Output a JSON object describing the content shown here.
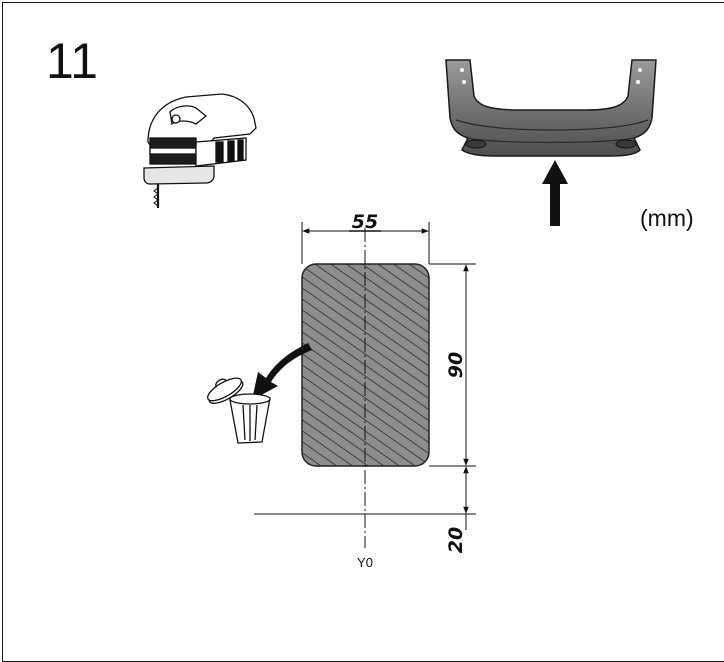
{
  "step": {
    "number": "11"
  },
  "units": {
    "label": "(mm)"
  },
  "cutout": {
    "width_mm": "55",
    "height_mm": "90",
    "offset_mm": "20",
    "reference_line": "Y0"
  },
  "icons": {
    "tool": "jigsaw-icon",
    "part": "rear-bumper-icon",
    "direction": "arrow-up-icon",
    "discard": "trash-bin-icon"
  }
}
